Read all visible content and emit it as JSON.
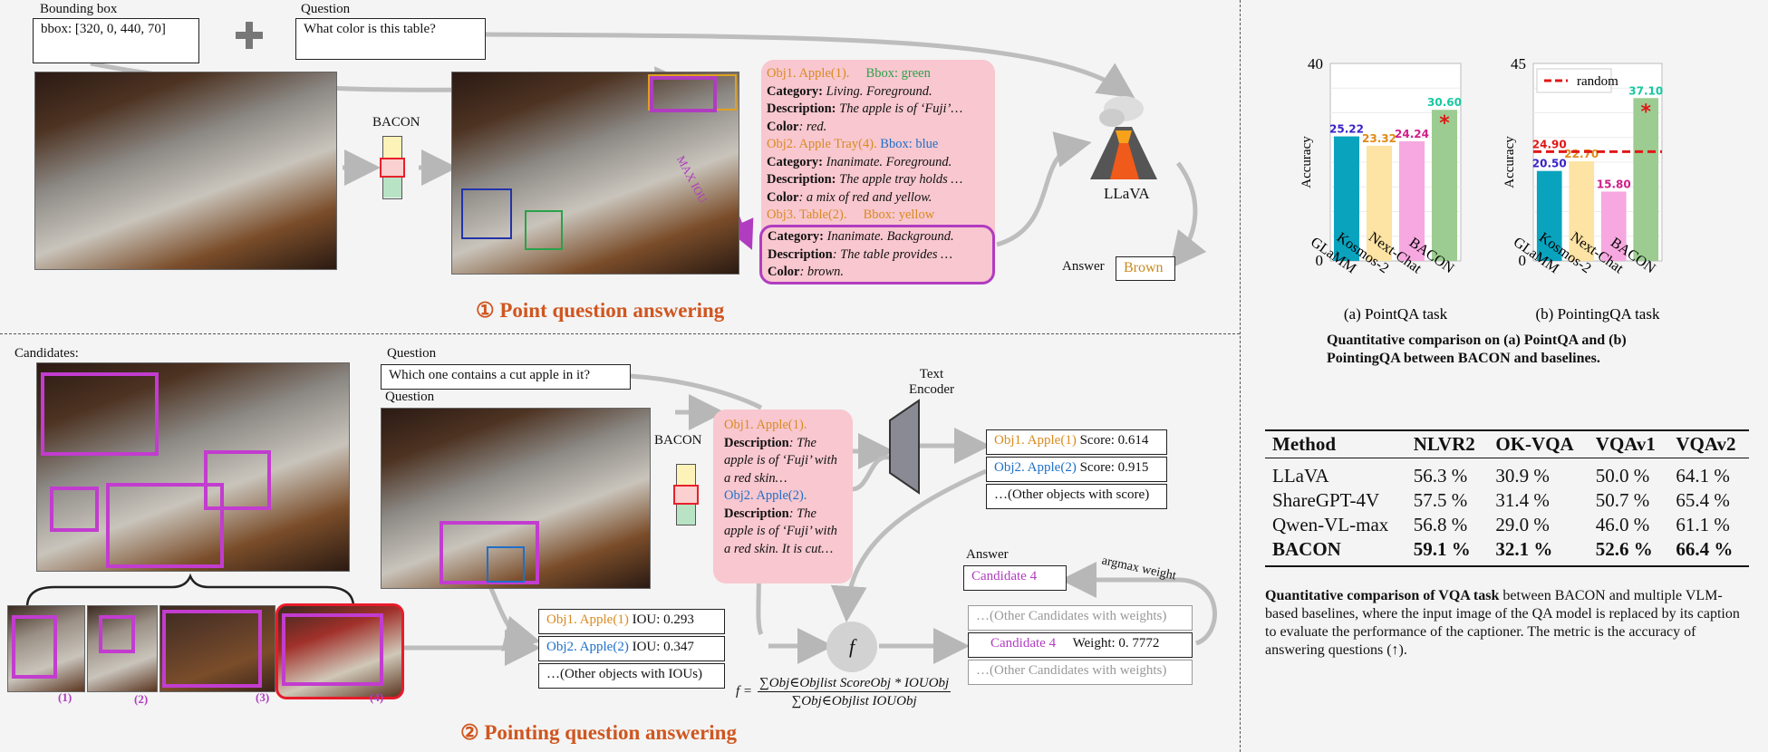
{
  "top": {
    "bbox_label": "Bounding box",
    "bbox_value": "bbox: [320, 0, 440, 70]",
    "question_label": "Question",
    "question_value": "What color is this table?",
    "bacon_label": "BACON",
    "llava_label": "LLaVA",
    "answer_label": "Answer",
    "answer_value": "Brown",
    "max_iou_label": "MAX IOU",
    "obj1_name": "Obj1. Apple(1).",
    "obj1_bbox": "Bbox: green",
    "obj1_cat_k": "Category:",
    "obj1_cat_v": "Living. Foreground.",
    "obj1_desc_k": "Description:",
    "obj1_desc_v": "The apple is of ‘Fuji’…",
    "obj1_color_k": "Color",
    "obj1_color_v": ": red.",
    "obj2_name": "Obj2. Apple Tray(4).",
    "obj2_bbox": "Bbox: blue",
    "obj2_cat_k": "Category:",
    "obj2_cat_v": "Inanimate. Foreground.",
    "obj2_desc_k": "Description:",
    "obj2_desc_v": "The apple tray holds …",
    "obj2_color_k": "Color",
    "obj2_color_v": ": a mix of red and yellow.",
    "obj3_name": "Obj3. Table(2).",
    "obj3_bbox": "Bbox: yellow",
    "obj3_cat_k": "Category:",
    "obj3_cat_v": "Inanimate. Background.",
    "obj3_desc_k": "Description",
    "obj3_desc_v": ": The table provides …",
    "obj3_color_k": "Color",
    "obj3_color_v": ": brown.",
    "section_title": "① Point question answering"
  },
  "bottom": {
    "candidates_label": "Candidates:",
    "question_label": "Question",
    "question_value": "Which one contains a cut apple in it?",
    "question_label2": "Question",
    "bacon_label": "BACON",
    "text_encoder_label": "Text Encoder",
    "obj1_name": "Obj1. Apple(1).",
    "obj1_desc_k": "Description",
    "obj1_desc_v": ": The apple is of ‘Fuji’ with a red skin…",
    "obj2_name": "Obj2. Apple(2).",
    "obj2_desc_k": "Description",
    "obj2_desc_v": ": The apple is of ‘Fuji’ with a red skin. It is cut…",
    "score_rows": [
      {
        "obj": "Obj1. Apple(1)",
        "text": " Score: 0.614"
      },
      {
        "obj": "Obj2. Apple(2)",
        "text": " Score: 0.915"
      },
      {
        "obj": "",
        "text": "…(Other objects with score)"
      }
    ],
    "iou_rows": [
      {
        "obj": "Obj1. Apple(1)",
        "text": " IOU: 0.293"
      },
      {
        "obj": "Obj2. Apple(2)",
        "text": " IOU: 0.347"
      },
      {
        "obj": "",
        "text": "…(Other objects with IOUs)"
      }
    ],
    "f_symbol": "f",
    "formula_lhs": "f =",
    "formula_num": "∑Obj∈Objlist ScoreObj * IOUObj",
    "formula_den": "∑Obj∈Objlist IOUObj",
    "answer_label": "Answer",
    "answer_value": "Candidate 4",
    "argmax_label": "argmax weight",
    "weights_rows": [
      {
        "text": "…(Other Candidates with weights)"
      },
      {
        "cand": "Candidate 4",
        "text": "Weight: 0. 7772"
      },
      {
        "text": "…(Other Candidates with weights)"
      }
    ],
    "cand_labels": [
      "(1)",
      "(2)",
      "(3)",
      "(4)"
    ],
    "section_title": "② Pointing question answering"
  },
  "charts_caption_line1": "Quantitative comparison on (a) PointQA and (b)",
  "charts_caption_line2": "PointingQA between BACON and baselines.",
  "chart_data": [
    {
      "type": "bar",
      "caption": "(a) PointQA task",
      "ylabel": "Accuracy",
      "ylim": [
        0,
        40
      ],
      "yticks": [
        "0",
        "40"
      ],
      "categories": [
        "GLaMM",
        "Kosmos-2",
        "Next-Chat",
        "BACON"
      ],
      "values": [
        25.22,
        23.32,
        24.24,
        30.6
      ],
      "value_labels": [
        "25.22",
        "23.32",
        "24.24",
        "30.60"
      ],
      "colors": [
        "#0aa3be",
        "#fde3a4",
        "#f7a8e0",
        "#9ccc91"
      ],
      "label_colors": [
        "#3a22c8",
        "#e08a18",
        "#d0208a",
        "#17c8a0"
      ],
      "star": "*"
    },
    {
      "type": "bar",
      "caption": "(b) PointingQA task",
      "ylabel": "Accuracy",
      "ylim": [
        0,
        45
      ],
      "yticks": [
        "0",
        "45"
      ],
      "categories": [
        "GLaMM",
        "Kosmos-2",
        "Next-Chat",
        "BACON"
      ],
      "values": [
        20.5,
        22.7,
        15.8,
        37.1
      ],
      "value_labels": [
        "20.50",
        "22.70",
        "15.80",
        "37.10"
      ],
      "colors": [
        "#0aa3be",
        "#fde3a4",
        "#f7a8e0",
        "#9ccc91"
      ],
      "label_colors": [
        "#3a22c8",
        "#e08a18",
        "#d0208a",
        "#17c8a0"
      ],
      "random_value": 24.9,
      "random_label_value": "24.90",
      "legend_label": "random",
      "star": "*"
    }
  ],
  "vqa_table": {
    "headers": [
      "Method",
      "NLVR2",
      "OK-VQA",
      "VQAv1",
      "VQAv2"
    ],
    "rows": [
      [
        "LLaVA",
        "56.3 %",
        "30.9 %",
        "50.0 %",
        "64.1 %"
      ],
      [
        "ShareGPT-4V",
        "57.5 %",
        "31.4 %",
        "50.7 %",
        "65.4 %"
      ],
      [
        "Qwen-VL-max",
        "56.8 %",
        "29.0 %",
        "46.0 %",
        "61.1 %"
      ],
      [
        "BACON",
        "59.1 %",
        "32.1 %",
        "52.6 %",
        "66.4 %"
      ]
    ]
  },
  "vqa_caption_bold": "Quantitative comparison of VQA task",
  "vqa_caption_rest": " between BACON and multiple VLM-based baselines, where the input image of the QA model is replaced by its caption to evaluate the performance of the captioner. The metric is the accuracy of answering questions (↑)."
}
